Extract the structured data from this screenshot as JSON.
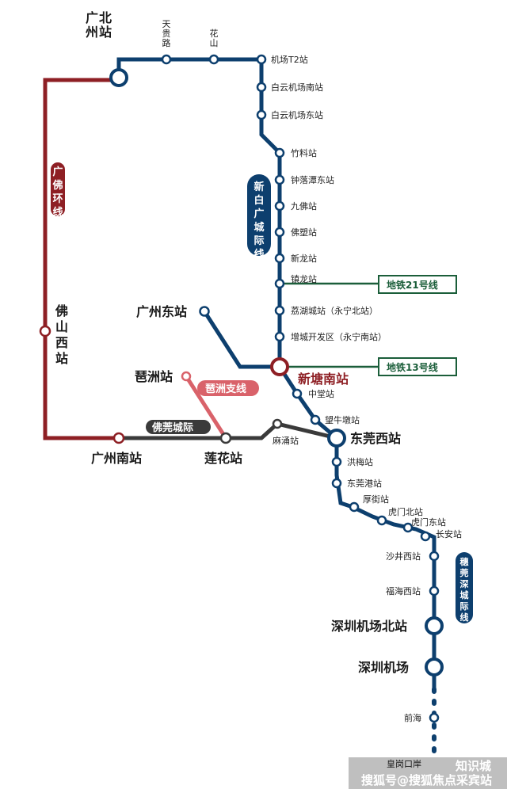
{
  "colors": {
    "blue_line": "#0d3f6e",
    "red_line": "#8e1f24",
    "pink_line": "#d9626a",
    "dark_line": "#3a3a3a",
    "metro_green": "#1b5e3a"
  },
  "lines": {
    "xinbai": "新白广城际线",
    "guangfo": "广佛环线",
    "pazhou": "琶洲支线",
    "foguan": "佛莞城际",
    "suiguanshen": "穗莞深城际线",
    "metro21": "地铁21号线",
    "metro13": "地铁13号线"
  },
  "stations": {
    "guangzhou_north": "广州北站",
    "tianguilu": "天贵路",
    "huashan": "花山",
    "airport_t2": "机场T2站",
    "baiyun_airport_south": "白云机场南站",
    "baiyun_airport_east": "白云机场东站",
    "zhuliao": "竹料站",
    "zhongluotan_east": "钟落潭东站",
    "jiufo": "九佛站",
    "fosu": "佛塑站",
    "xinlong": "新龙站",
    "zhenlong": "镇龙站",
    "lihucheng": "荔湖城站（永宁北站）",
    "zengcheng_kaifaqu": "增城开发区（永宁南站）",
    "xintang_south": "新塘南站",
    "zhongtang": "中堂站",
    "wangniudun": "望牛墩站",
    "dongguan_west": "东莞西站",
    "hongmei": "洪梅站",
    "dongguan_gang": "东莞港站",
    "houjie": "厚街站",
    "humen_north": "虎门北站",
    "humen_east": "虎门东站",
    "chang_an": "长安站",
    "shajing_west": "沙井西站",
    "fuhai_west": "福海西站",
    "shenzhen_airport_north": "深圳机场北站",
    "shenzhen_airport": "深圳机场",
    "qianhai": "前海",
    "huanggang": "皇岗口岸",
    "guangzhou_east": "广州东站",
    "pazhou": "琶洲站",
    "lianhua": "莲花站",
    "machong": "麻涌站",
    "guangzhou_south": "广州南站",
    "foshan_west": "佛山西站"
  },
  "watermark": {
    "text1": "知识城",
    "text2": "搜狐号@搜狐焦点采宾站"
  }
}
